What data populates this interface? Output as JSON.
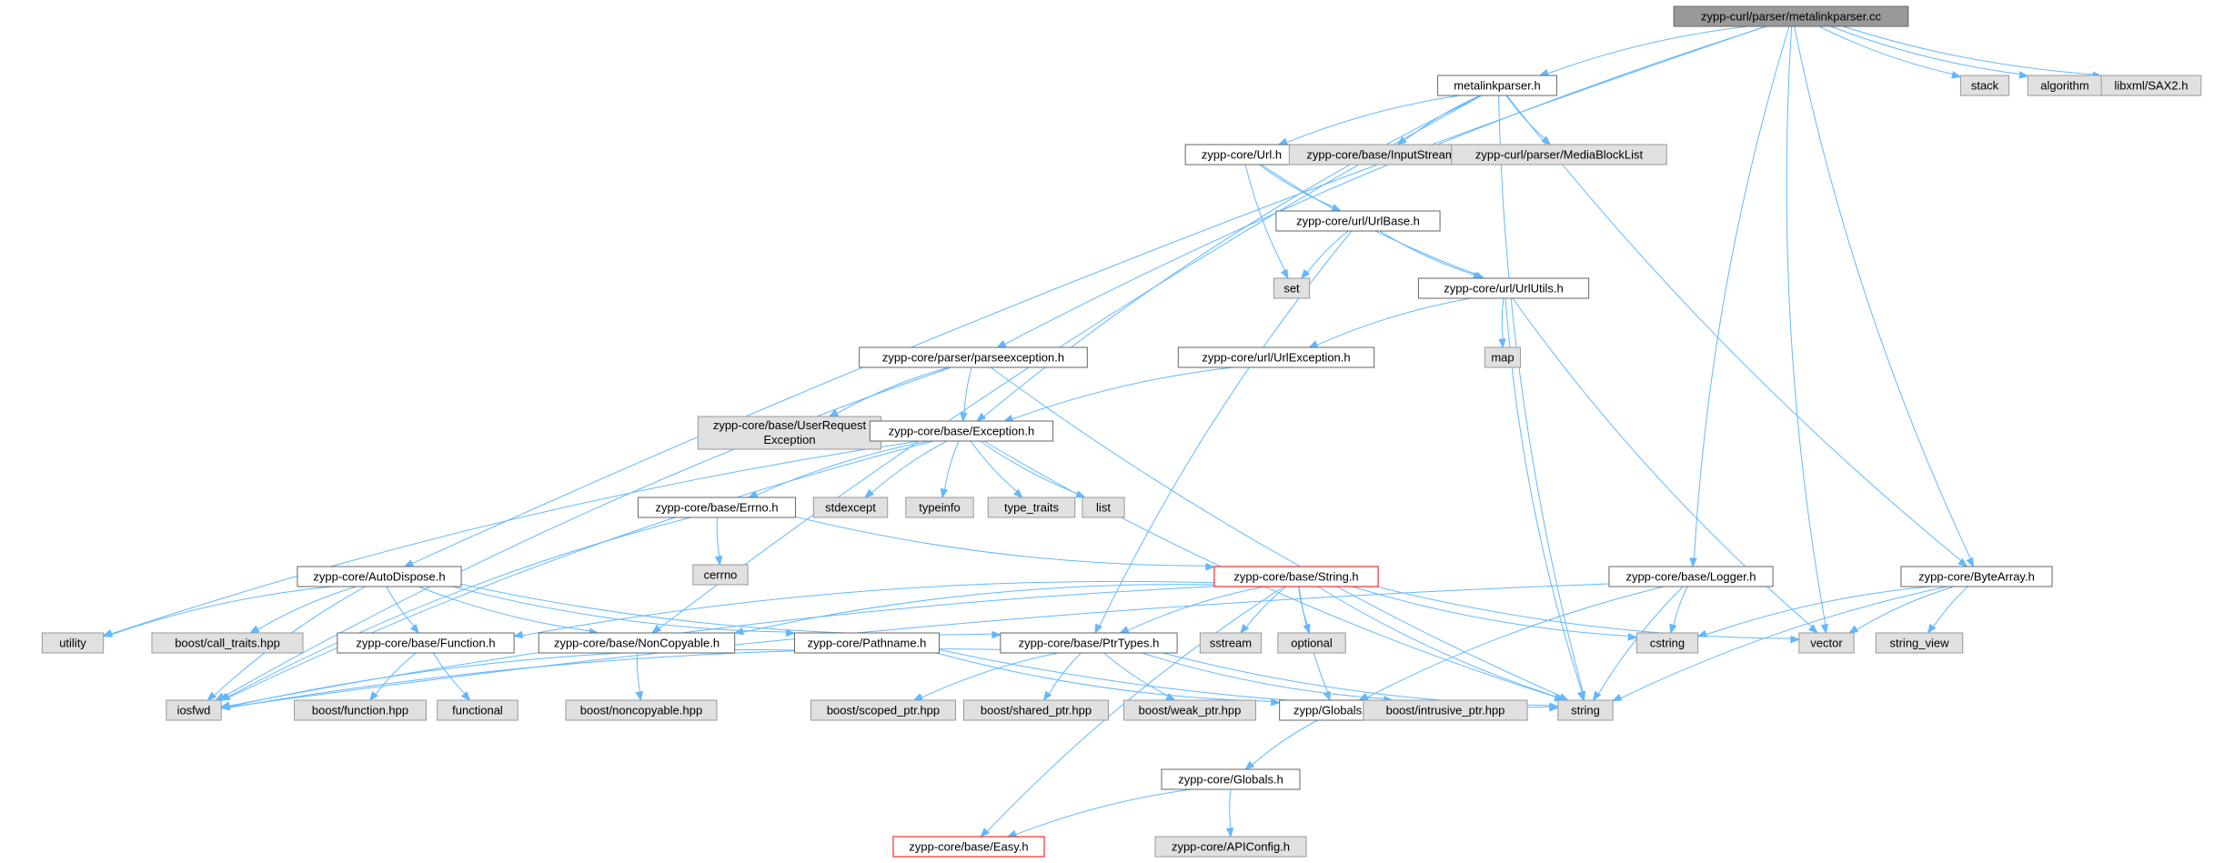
{
  "diagram": {
    "colors": {
      "edge": "#63b8ff",
      "root_fill": "#999999",
      "root_border": "#666666",
      "documented_fill": "#ffffff",
      "documented_border": "#666666",
      "system_fill": "#e0e0e0",
      "system_border": "#999999",
      "truncated_border": "#ff0000"
    },
    "nodes": [
      {
        "id": "root",
        "label": "zypp-curl/parser/metalinkparser.cc",
        "kind": "root"
      },
      {
        "id": "metalinkparser_h",
        "label": "metalinkparser.h",
        "kind": "doc"
      },
      {
        "id": "stack",
        "label": "stack",
        "kind": "sys"
      },
      {
        "id": "algorithm",
        "label": "algorithm",
        "kind": "sys"
      },
      {
        "id": "libxml",
        "label": "libxml/SAX2.h",
        "kind": "sys"
      },
      {
        "id": "url_h",
        "label": "zypp-core/Url.h",
        "kind": "doc"
      },
      {
        "id": "inputstream",
        "label": "zypp-core/base/InputStream",
        "kind": "sys"
      },
      {
        "id": "mediablocklist",
        "label": "zypp-curl/parser/MediaBlockList",
        "kind": "sys"
      },
      {
        "id": "urlbase_h",
        "label": "zypp-core/url/UrlBase.h",
        "kind": "doc"
      },
      {
        "id": "set",
        "label": "set",
        "kind": "sys"
      },
      {
        "id": "urlutils_h",
        "label": "zypp-core/url/UrlUtils.h",
        "kind": "doc"
      },
      {
        "id": "map",
        "label": "map",
        "kind": "sys"
      },
      {
        "id": "parseexception_h",
        "label": "zypp-core/parser/parseexception.h",
        "kind": "doc"
      },
      {
        "id": "urlexception_h",
        "label": "zypp-core/url/UrlException.h",
        "kind": "doc"
      },
      {
        "id": "userrequest",
        "label": [
          "zypp-core/base/UserRequest",
          "Exception"
        ],
        "kind": "sys"
      },
      {
        "id": "exception_h",
        "label": "zypp-core/base/Exception.h",
        "kind": "doc"
      },
      {
        "id": "errno_h",
        "label": "zypp-core/base/Errno.h",
        "kind": "doc"
      },
      {
        "id": "stdexcept",
        "label": "stdexcept",
        "kind": "sys"
      },
      {
        "id": "typeinfo",
        "label": "typeinfo",
        "kind": "sys"
      },
      {
        "id": "type_traits",
        "label": "type_traits",
        "kind": "sys"
      },
      {
        "id": "list",
        "label": "list",
        "kind": "sys"
      },
      {
        "id": "cerrno",
        "label": "cerrno",
        "kind": "sys"
      },
      {
        "id": "autodispose_h",
        "label": "zypp-core/AutoDispose.h",
        "kind": "doc"
      },
      {
        "id": "string_h",
        "label": "zypp-core/base/String.h",
        "kind": "trunc"
      },
      {
        "id": "logger_h",
        "label": "zypp-core/base/Logger.h",
        "kind": "doc"
      },
      {
        "id": "bytearray_h",
        "label": "zypp-core/ByteArray.h",
        "kind": "doc"
      },
      {
        "id": "utility",
        "label": "utility",
        "kind": "sys"
      },
      {
        "id": "calltraits",
        "label": "boost/call_traits.hpp",
        "kind": "sys"
      },
      {
        "id": "function_h",
        "label": "zypp-core/base/Function.h",
        "kind": "doc"
      },
      {
        "id": "noncopyable_h",
        "label": "zypp-core/base/NonCopyable.h",
        "kind": "doc"
      },
      {
        "id": "pathname_h",
        "label": "zypp-core/Pathname.h",
        "kind": "doc"
      },
      {
        "id": "ptrtypes_h",
        "label": "zypp-core/base/PtrTypes.h",
        "kind": "doc"
      },
      {
        "id": "sstream",
        "label": "sstream",
        "kind": "sys"
      },
      {
        "id": "optional",
        "label": "optional",
        "kind": "sys"
      },
      {
        "id": "cstring",
        "label": "cstring",
        "kind": "sys"
      },
      {
        "id": "vector",
        "label": "vector",
        "kind": "sys"
      },
      {
        "id": "string_view",
        "label": "string_view",
        "kind": "sys"
      },
      {
        "id": "iosfwd",
        "label": "iosfwd",
        "kind": "sys"
      },
      {
        "id": "boostfunction",
        "label": "boost/function.hpp",
        "kind": "sys"
      },
      {
        "id": "functional",
        "label": "functional",
        "kind": "sys"
      },
      {
        "id": "boostnoncopyable",
        "label": "boost/noncopyable.hpp",
        "kind": "sys"
      },
      {
        "id": "scopedptr",
        "label": "boost/scoped_ptr.hpp",
        "kind": "sys"
      },
      {
        "id": "sharedptr",
        "label": "boost/shared_ptr.hpp",
        "kind": "sys"
      },
      {
        "id": "weakptr",
        "label": "boost/weak_ptr.hpp",
        "kind": "sys"
      },
      {
        "id": "zyppglobals_h",
        "label": "zypp/Globals.h",
        "kind": "doc"
      },
      {
        "id": "intrusiveptr",
        "label": "boost/intrusive_ptr.hpp",
        "kind": "sys"
      },
      {
        "id": "string",
        "label": "string",
        "kind": "sys"
      },
      {
        "id": "coreglobals_h",
        "label": "zypp-core/Globals.h",
        "kind": "doc"
      },
      {
        "id": "easy_h",
        "label": "zypp-core/base/Easy.h",
        "kind": "trunc"
      },
      {
        "id": "apiconfig_h",
        "label": "zypp-core/APIConfig.h",
        "kind": "sys"
      }
    ],
    "edges": [
      [
        "root",
        "metalinkparser_h"
      ],
      [
        "root",
        "stack"
      ],
      [
        "root",
        "algorithm"
      ],
      [
        "root",
        "libxml"
      ],
      [
        "root",
        "autodispose_h"
      ],
      [
        "root",
        "parseexception_h"
      ],
      [
        "root",
        "logger_h"
      ],
      [
        "root",
        "bytearray_h"
      ],
      [
        "root",
        "vector"
      ],
      [
        "metalinkparser_h",
        "url_h"
      ],
      [
        "metalinkparser_h",
        "inputstream"
      ],
      [
        "metalinkparser_h",
        "mediablocklist"
      ],
      [
        "metalinkparser_h",
        "exception_h"
      ],
      [
        "metalinkparser_h",
        "noncopyable_h"
      ],
      [
        "metalinkparser_h",
        "string"
      ],
      [
        "metalinkparser_h",
        "bytearray_h"
      ],
      [
        "url_h",
        "urlbase_h"
      ],
      [
        "url_h",
        "set"
      ],
      [
        "url_h",
        "urlutils_h"
      ],
      [
        "urlbase_h",
        "set"
      ],
      [
        "urlbase_h",
        "urlutils_h"
      ],
      [
        "urlbase_h",
        "ptrtypes_h"
      ],
      [
        "urlutils_h",
        "urlexception_h"
      ],
      [
        "urlutils_h",
        "map"
      ],
      [
        "urlutils_h",
        "string"
      ],
      [
        "urlutils_h",
        "vector"
      ],
      [
        "urlexception_h",
        "exception_h"
      ],
      [
        "parseexception_h",
        "userrequest"
      ],
      [
        "parseexception_h",
        "exception_h"
      ],
      [
        "parseexception_h",
        "iosfwd"
      ],
      [
        "parseexception_h",
        "string"
      ],
      [
        "exception_h",
        "errno_h"
      ],
      [
        "exception_h",
        "stdexcept"
      ],
      [
        "exception_h",
        "typeinfo"
      ],
      [
        "exception_h",
        "type_traits"
      ],
      [
        "exception_h",
        "list"
      ],
      [
        "exception_h",
        "iosfwd"
      ],
      [
        "exception_h",
        "utility"
      ],
      [
        "exception_h",
        "string"
      ],
      [
        "errno_h",
        "cerrno"
      ],
      [
        "errno_h",
        "string_h"
      ],
      [
        "errno_h",
        "iosfwd"
      ],
      [
        "autodispose_h",
        "utility"
      ],
      [
        "autodispose_h",
        "calltraits"
      ],
      [
        "autodispose_h",
        "function_h"
      ],
      [
        "autodispose_h",
        "noncopyable_h"
      ],
      [
        "autodispose_h",
        "pathname_h"
      ],
      [
        "autodispose_h",
        "ptrtypes_h"
      ],
      [
        "autodispose_h",
        "iosfwd"
      ],
      [
        "string_h",
        "iosfwd"
      ],
      [
        "string_h",
        "function_h"
      ],
      [
        "string_h",
        "noncopyable_h"
      ],
      [
        "string_h",
        "ptrtypes_h"
      ],
      [
        "string_h",
        "sstream"
      ],
      [
        "string_h",
        "optional"
      ],
      [
        "string_h",
        "cstring"
      ],
      [
        "string_h",
        "vector"
      ],
      [
        "string_h",
        "string"
      ],
      [
        "string_h",
        "easy_h"
      ],
      [
        "string_h",
        "zyppglobals_h"
      ],
      [
        "logger_h",
        "iosfwd"
      ],
      [
        "logger_h",
        "cstring"
      ],
      [
        "logger_h",
        "zyppglobals_h"
      ],
      [
        "logger_h",
        "string"
      ],
      [
        "bytearray_h",
        "cstring"
      ],
      [
        "bytearray_h",
        "vector"
      ],
      [
        "bytearray_h",
        "string_view"
      ],
      [
        "bytearray_h",
        "string"
      ],
      [
        "function_h",
        "boostfunction"
      ],
      [
        "function_h",
        "functional"
      ],
      [
        "noncopyable_h",
        "boostnoncopyable"
      ],
      [
        "pathname_h",
        "iosfwd"
      ],
      [
        "pathname_h",
        "zyppglobals_h"
      ],
      [
        "pathname_h",
        "string"
      ],
      [
        "ptrtypes_h",
        "iosfwd"
      ],
      [
        "ptrtypes_h",
        "scopedptr"
      ],
      [
        "ptrtypes_h",
        "sharedptr"
      ],
      [
        "ptrtypes_h",
        "weakptr"
      ],
      [
        "ptrtypes_h",
        "intrusiveptr"
      ],
      [
        "ptrtypes_h",
        "string"
      ],
      [
        "zyppglobals_h",
        "coreglobals_h"
      ],
      [
        "coreglobals_h",
        "easy_h"
      ],
      [
        "coreglobals_h",
        "apiconfig_h"
      ]
    ]
  }
}
